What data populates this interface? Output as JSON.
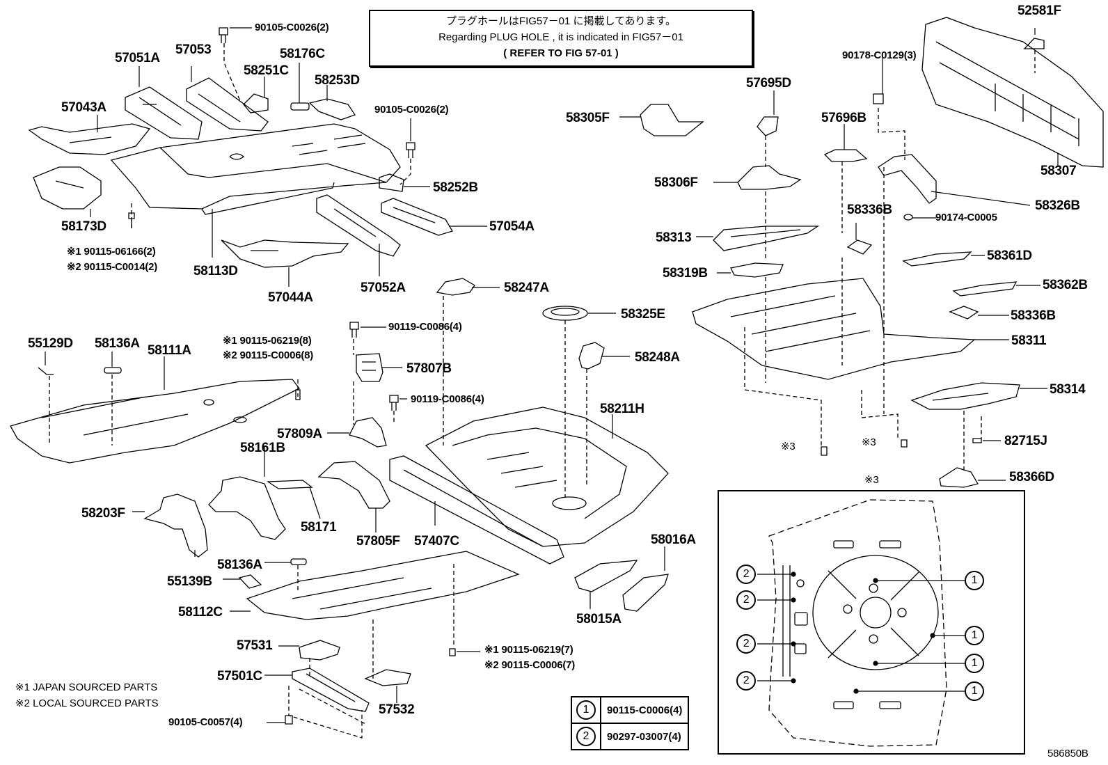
{
  "note": {
    "line1": "プラグホールはFIG57－01 に掲載してあります。",
    "line2": "Regarding PLUG HOLE , it is indicated in FIG57－01",
    "line3": "( REFER TO FIG 57-01 )"
  },
  "labels": {
    "p52581F": "52581F",
    "p90105C0026_2a": "90105-C0026(2)",
    "p57051A": "57051A",
    "p57053": "57053",
    "p58176C": "58176C",
    "p58251C": "58251C",
    "p58253D": "58253D",
    "p57043A": "57043A",
    "p90105C0026_2b": "90105-C0026(2)",
    "p58305F": "58305F",
    "p57695D": "57695D",
    "p90178C0129_3": "90178-C0129(3)",
    "p57696B": "57696B",
    "p58307": "58307",
    "p58252B": "58252B",
    "p58173D": "58173D",
    "p58306F": "58306F",
    "p58326B": "58326B",
    "p58336B_a": "58336B",
    "p90174C0005": "90174-C0005",
    "p57054A": "57054A",
    "p58313": "58313",
    "p90115_06166": "※1 90115-06166(2)",
    "p90115_C0014": "※2 90115-C0014(2)",
    "p58113D": "58113D",
    "p58361D": "58361D",
    "p58319B": "58319B",
    "p57044A": "57044A",
    "p57052A": "57052A",
    "p58247A": "58247A",
    "p58362B": "58362B",
    "p58325E": "58325E",
    "p58336B_b": "58336B",
    "p90119C0086_4a": "90119-C0086(4)",
    "p55129D": "55129D",
    "p58136A_a": "58136A",
    "p58111A": "58111A",
    "p90115_06219_8": "※1 90115-06219(8)",
    "p90115_C0006_8": "※2 90115-C0006(8)",
    "p58311": "58311",
    "p58248A": "58248A",
    "p57807B": "57807B",
    "p58314": "58314",
    "p90119C0086_4b": "90119-C0086(4)",
    "p58211H": "58211H",
    "p57809A": "57809A",
    "p82715J": "82715J",
    "p58161B": "58161B",
    "p58366D": "58366D",
    "p58203F": "58203F",
    "p58171": "58171",
    "p57805F": "57805F",
    "p57407C": "57407C",
    "p58016A": "58016A",
    "p58136A_b": "58136A",
    "p55139B": "55139B",
    "p58112C": "58112C",
    "p58015A": "58015A",
    "p57531": "57531",
    "p90115_06219_7": "※1 90115-06219(7)",
    "p90115_C0006_7": "※2 90115-C0006(7)",
    "p57501C": "57501C",
    "p57532": "57532",
    "p90105C0057_4": "90105-C0057(4)",
    "x3a": "※3",
    "x3b": "※3",
    "x3c": "※3"
  },
  "detail": {
    "circle1": "1",
    "circle2": "2"
  },
  "key_table": [
    {
      "num": "1",
      "part": "90115-C0006(4)"
    },
    {
      "num": "2",
      "part": "90297-03007(4)"
    }
  ],
  "legend": {
    "line1": "※1 JAPAN SOURCED PARTS",
    "line2": "※2 LOCAL SOURCED PARTS"
  },
  "figure_code": "586850B"
}
